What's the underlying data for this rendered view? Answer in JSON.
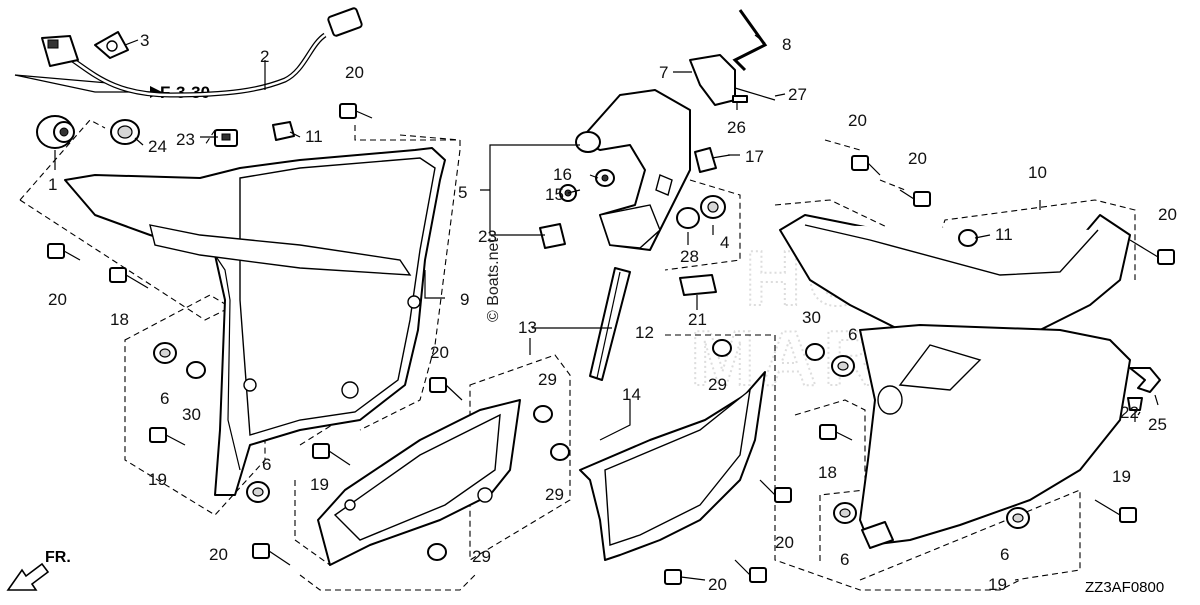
{
  "diagram": {
    "reference_label": "F-3-30",
    "front_label": "FR.",
    "diagram_code": "ZZ3AF0800",
    "watermark": "© Boats.net",
    "callouts": [
      "1",
      "2",
      "3",
      "4",
      "5",
      "6",
      "7",
      "8",
      "9",
      "10",
      "11",
      "12",
      "13",
      "14",
      "15",
      "16",
      "17",
      "18",
      "19",
      "20",
      "21",
      "22",
      "23",
      "24",
      "25",
      "26",
      "27",
      "28",
      "29",
      "30"
    ]
  }
}
